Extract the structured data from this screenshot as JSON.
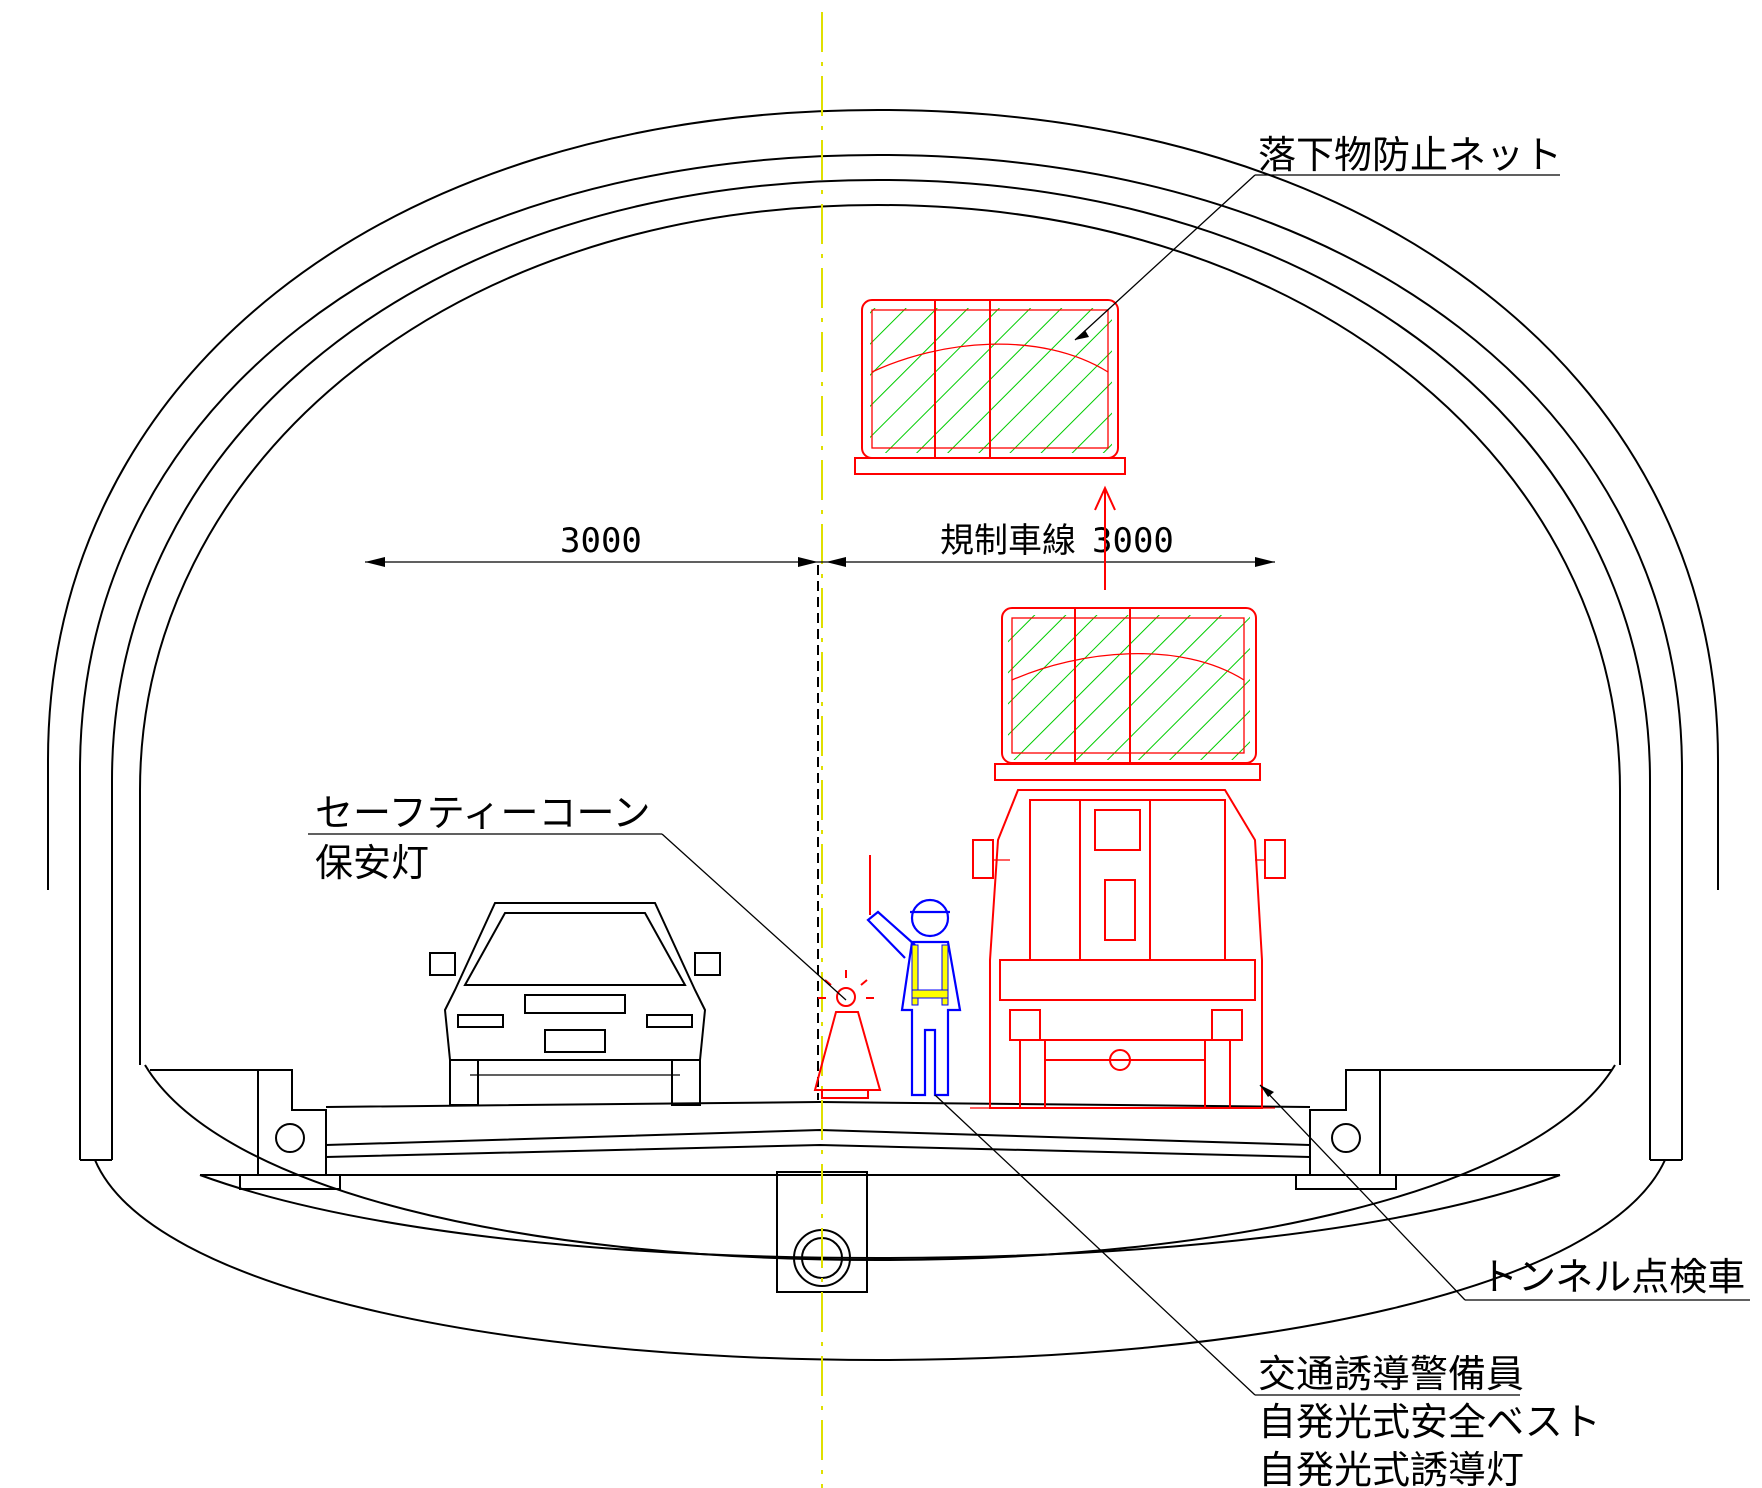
{
  "labels": {
    "net": "落下物防止ネット",
    "cone_line1": "セーフティーコーン",
    "cone_line2": "保安灯",
    "vehicle": "トンネル点検車",
    "guard_line1": "交通誘導警備員",
    "guard_line2": "自発光式安全ベスト",
    "guard_line3": "自発光式誘導灯"
  },
  "dimensions": {
    "left_width": "3000",
    "right_width": "3000",
    "lane_label": "規制車線"
  },
  "colors": {
    "outline": "#000000",
    "equipment": "#ff0000",
    "worker": "#0000ff",
    "vest": "#ffff00",
    "net_hatch": "#00cc00",
    "center_line": "#e0e000"
  }
}
